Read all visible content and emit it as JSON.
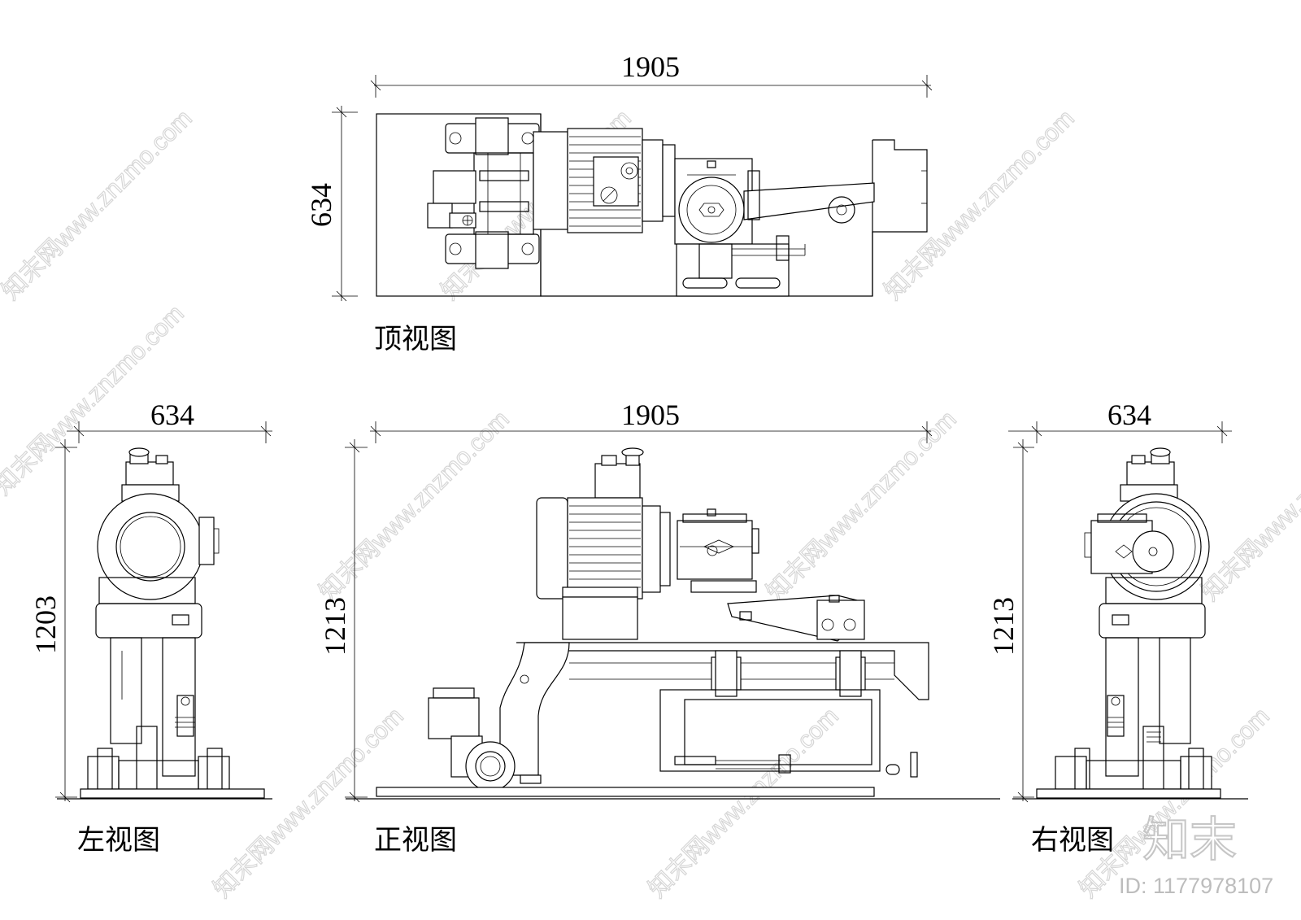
{
  "views": {
    "top": {
      "label": "顶视图",
      "width_dim": "1905",
      "height_dim": "634"
    },
    "front": {
      "label": "正视图",
      "width_dim": "1905",
      "height_dim": "1213"
    },
    "left": {
      "label": "左视图",
      "width_dim": "634",
      "height_dim": "1203"
    },
    "right": {
      "label": "右视图",
      "width_dim": "634",
      "height_dim": "1213"
    }
  },
  "watermark": {
    "text": "知末网www.znzmo.com",
    "logo": "知末",
    "id": "ID: 1177978107"
  }
}
